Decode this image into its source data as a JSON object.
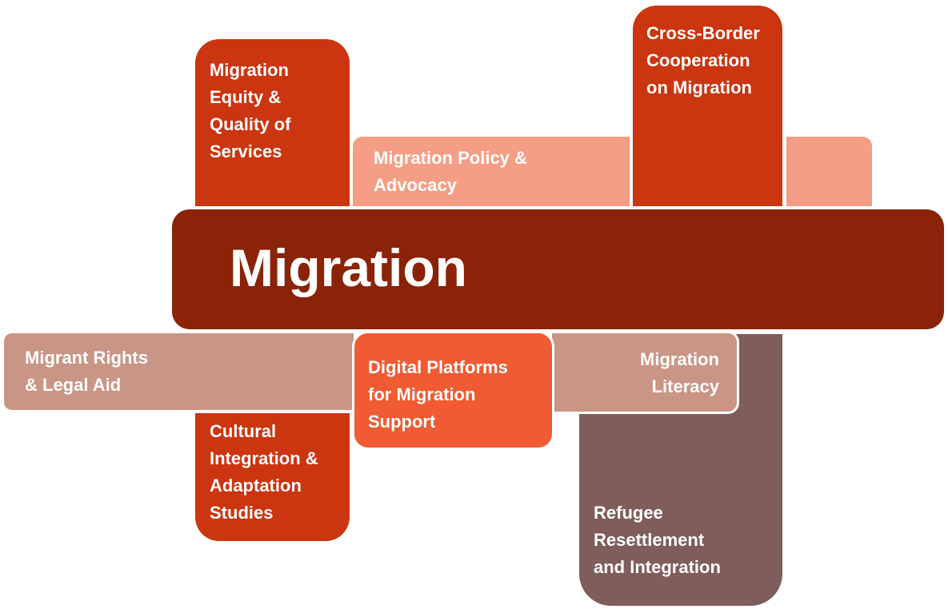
{
  "title": "Migration",
  "colors": {
    "dark": "#8A2307",
    "red": "#CB3510",
    "salmon": "#F59E85",
    "orange": "#F05B33",
    "rose": "#C99585",
    "mauve": "#7E5D5B"
  },
  "boxes": {
    "equity": "Migration\nEquity &\nQuality of\nServices",
    "policy": "Migration Policy &\nAdvocacy",
    "crossborder": "Cross-Border\nCooperation\non Migration",
    "rights": "Migrant Rights\n& Legal Aid",
    "digital": "Digital Platforms\nfor Migration\nSupport",
    "literacy": "Migration\nLiteracy",
    "cultural": "Cultural\nIntegration &\nAdaptation\nStudies",
    "refugee": "Refugee\nResettlement\nand Integration"
  }
}
